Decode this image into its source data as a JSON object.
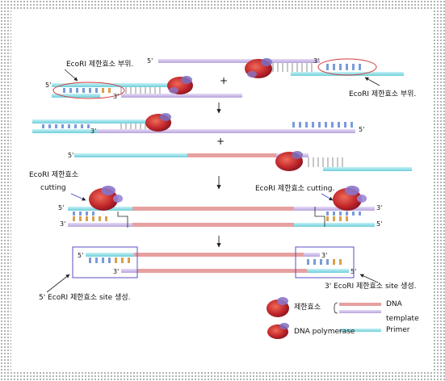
{
  "labels": {
    "ecori_site_left": "EcoRI 제한효소 부위.",
    "ecori_site_right": "EcoRI 제한효소 부위.",
    "ecori_enzyme_left": "EcoRI 제한효소",
    "cutting_left": "cutting",
    "ecori_enzyme_right": "EcoRI 제한효소 cutting.",
    "site_5prime": "5' EcoRI 제한효소 site 생성.",
    "site_3prime": "3' EcoRI 제한효소 site 생성.",
    "plus1": "+",
    "plus2": "+"
  },
  "ends": {
    "five": "5'",
    "three": "3'"
  },
  "legend": {
    "restriction_enzyme": "제한효소",
    "dna_polymerase": "DNA polymerase",
    "dna": "DNA",
    "template": "template",
    "primer": "Primer"
  },
  "colors": {
    "template_strand": "#c9b8e6",
    "primer_strand": "#8fdde6",
    "dna_red": "#d23a3a",
    "circle": "#d23a3a",
    "box": "#5a4fc7"
  },
  "icons": [
    "restriction-enzyme-icon",
    "dna-polymerase-icon",
    "arrow-down-icon"
  ]
}
